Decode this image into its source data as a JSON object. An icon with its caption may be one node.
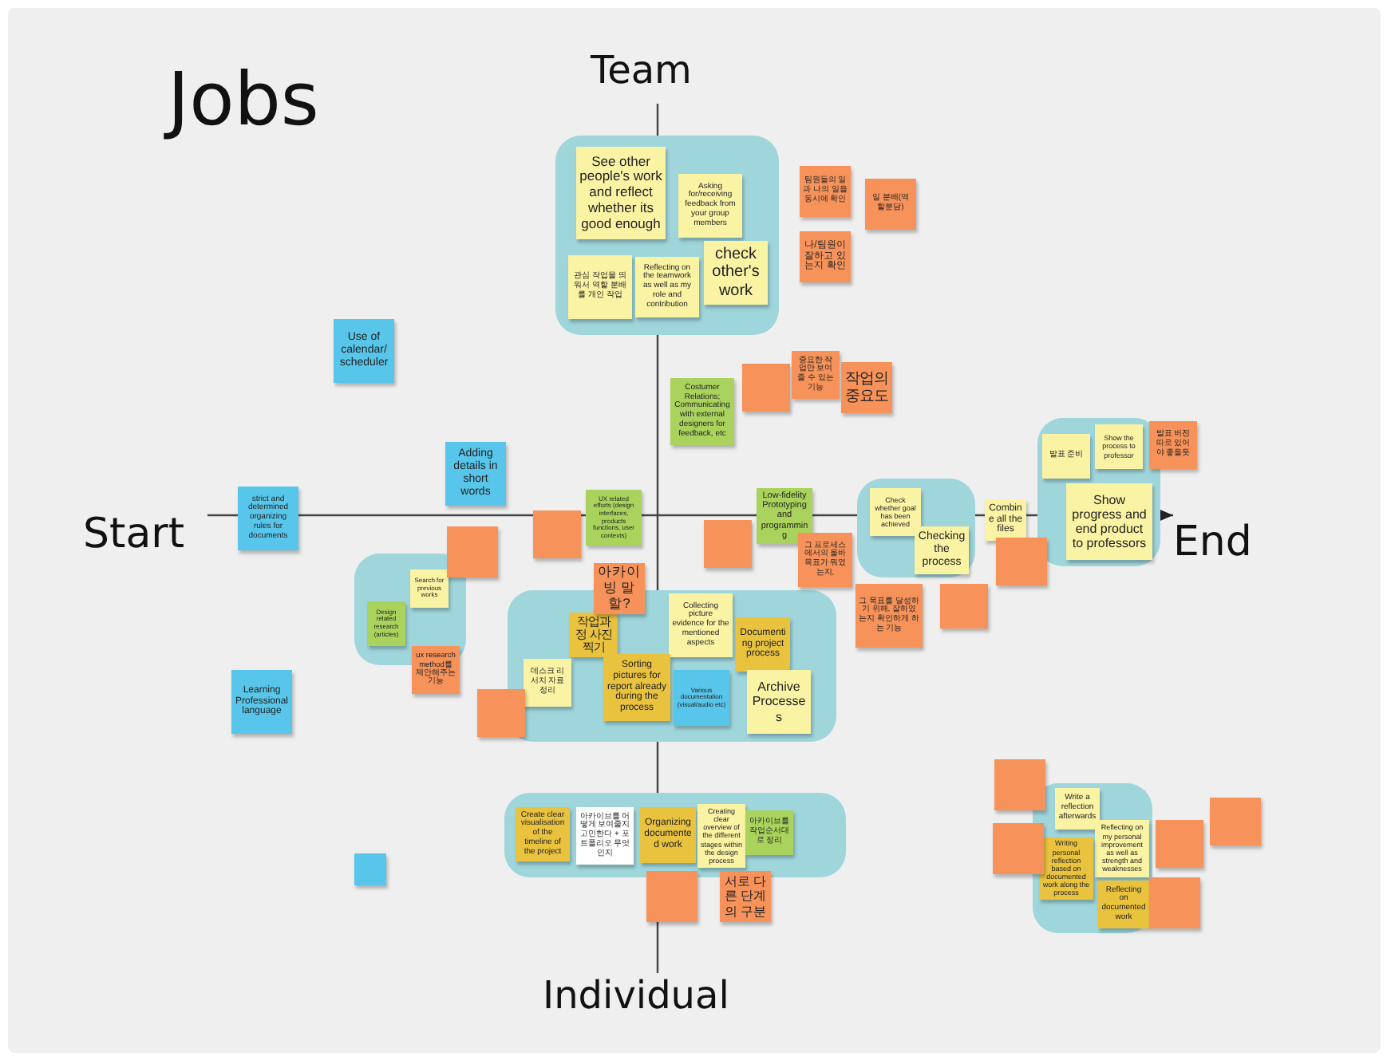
{
  "diagram": {
    "title": "Jobs",
    "nodes": [
      {
        "text": [],
        "shape": "box"
      },
      {
        "text": [
          "See other people's work and reflect whether its good enough"
        ],
        "in": 0
      },
      {
        "text": [
          "Asking for/receiving feedback from your group members"
        ],
        "in": 0
      },
      {
        "text": [
          "관심 작업물 띄워서 역할 분배를 개인 작업"
        ],
        "in": 0
      },
      {
        "text": [
          "Reflecting on the teamwork as well as my role and contribution"
        ],
        "in": 0
      },
      {
        "text": [
          "check other's work"
        ],
        "in": 0
      },
      {
        "text": [
          "팀원들의 일과 나의 일을 동시에 확인"
        ]
      },
      {
        "text": [
          "일 분배(역할분담)"
        ]
      },
      {
        "text": [
          "나/팀원이 잘하고 있는지 확인"
        ]
      },
      {
        "text": [
          "Use of calendar/ scheduler"
        ]
      },
      {
        "text": [
          "Costumer Relations; Communicating with external designers for feedback, etc"
        ]
      },
      {
        "text": [],
        "shape": "box"
      },
      {
        "text": [
          "중요한 작업만 보여줄 수 있는 기능"
        ]
      },
      {
        "text": [
          "작업의 중요도"
        ]
      },
      {
        "text": [
          "Adding details in short words"
        ]
      },
      {
        "text": [
          "strict and determined organizing rules for documents"
        ]
      },
      {
        "text": [],
        "shape": "box"
      },
      {
        "text": [],
        "shape": "box"
      },
      {
        "text": [
          "UX related efforts (design interfaces, products functions, user contexts)"
        ]
      },
      {
        "text": [
          "Low-fidelity Prototyping and programming"
        ]
      },
      {
        "text": [],
        "shape": "box"
      },
      {
        "text": [],
        "shape": "box"
      },
      {
        "text": [
          "Check whether goal has been achieved"
        ],
        "in": 21
      },
      {
        "text": [
          "Checking the process"
        ],
        "in": 21
      },
      {
        "text": [
          "그 프로세스에서의 올바 목표가 뭐였는지,"
        ]
      },
      {
        "text": [
          "Combine all the files"
        ]
      },
      {
        "text": [],
        "shape": "box"
      },
      {
        "text": [
          "발표 준비"
        ],
        "in": 26
      },
      {
        "text": [
          "Show the process to professor"
        ],
        "in": 26
      },
      {
        "text": [
          "Show progress and end product to professors"
        ],
        "in": 26
      },
      {
        "text": [
          "발표 버전 따로 있어야 좋을듯"
        ]
      },
      {
        "text": [],
        "shape": "box"
      },
      {
        "text": [
          "그 목표를 달성하기 위해, 잘하였는지 확인하게 하는 기능"
        ]
      },
      {
        "text": [],
        "shape": "box"
      },
      {
        "text": [],
        "shape": "box"
      },
      {
        "text": [
          "Search for previous works"
        ],
        "in": 34
      },
      {
        "text": [
          "Design related research (articles)"
        ],
        "in": 34
      },
      {
        "text": [
          "ux research method를 제안해주는 기능"
        ]
      },
      {
        "text": [
          "아카이빙 말할?"
        ]
      },
      {
        "text": [],
        "shape": "box"
      },
      {
        "text": [
          "작업과정 사진찍기"
        ],
        "in": 39
      },
      {
        "text": [
          "Collecting picture evidence for the mentioned aspects"
        ],
        "in": 39
      },
      {
        "text": [
          "Documenting project process"
        ],
        "in": 39
      },
      {
        "text": [
          "데스크 리서치 자료 정리"
        ],
        "in": 39
      },
      {
        "text": [
          "Sorting pictures for report already during the process"
        ],
        "in": 39
      },
      {
        "text": [
          "Various documentation (visual/audio etc)"
        ],
        "in": 39
      },
      {
        "text": [
          "Archive Processes"
        ],
        "in": 39
      },
      {
        "text": [],
        "shape": "box"
      },
      {
        "text": [
          "Learning Professional language"
        ]
      },
      {
        "text": [],
        "shape": "box"
      },
      {
        "text": [
          "Write a reflection afterwards"
        ],
        "in": 49
      },
      {
        "text": [
          "Reflecting on my personal improvement as well as strength and weaknesses"
        ],
        "in": 49
      },
      {
        "text": [
          "Writing personal reflection based on documented work along the process"
        ],
        "in": 49
      },
      {
        "text": [
          "Reflecting on documented work"
        ],
        "in": 49
      },
      {
        "text": [],
        "shape": "box"
      },
      {
        "text": [],
        "shape": "box"
      },
      {
        "text": [],
        "shape": "box"
      },
      {
        "text": [],
        "shape": "box"
      },
      {
        "text": [],
        "shape": "box"
      },
      {
        "text": [],
        "shape": "box"
      },
      {
        "text": [
          "Create clear visualisation of the timeline of the project"
        ],
        "in": 59
      },
      {
        "text": [
          "아카이브를 어떻게 보여줄지 고민한다 + 포트폴리오 무엇인지"
        ],
        "in": 59
      },
      {
        "text": [
          "Organizing documented work"
        ],
        "in": 59
      },
      {
        "text": [
          "Creating clear overview of the different stages within the design process"
        ],
        "in": 59
      },
      {
        "text": [
          "아카이브를 작업순서대로 정리"
        ],
        "in": 59
      },
      {
        "text": [],
        "shape": "box"
      },
      {
        "text": [
          "서로 다른 단계의 구분"
        ]
      },
      {
        "text": [],
        "shape": "box"
      }
    ],
    "labels": [
      "Team",
      "Start",
      "End",
      "Individual"
    ]
  }
}
